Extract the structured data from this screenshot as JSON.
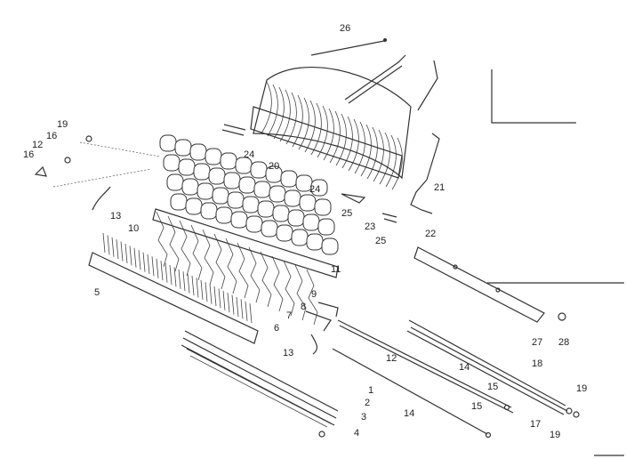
{
  "labels": {
    "l1": "1",
    "l2": "2",
    "l3": "3",
    "l4": "4",
    "l5": "5",
    "l6": "6",
    "l7": "7",
    "l8": "8",
    "l9": "9",
    "l10": "10",
    "l11": "11",
    "l12a": "12",
    "l12b": "12",
    "l13a": "13",
    "l13b": "13",
    "l14a": "14",
    "l14b": "14",
    "l15a": "15",
    "l15b": "15",
    "l16a": "16",
    "l16b": "16",
    "l17": "17",
    "l18": "18",
    "l19a": "19",
    "l19b": "19",
    "l19c": "19",
    "l20": "20",
    "l21": "21",
    "l22": "22",
    "l23": "23",
    "l24a": "24",
    "l24b": "24",
    "l25a": "25",
    "l25b": "25",
    "l26": "26",
    "l27": "27",
    "l28": "28"
  }
}
